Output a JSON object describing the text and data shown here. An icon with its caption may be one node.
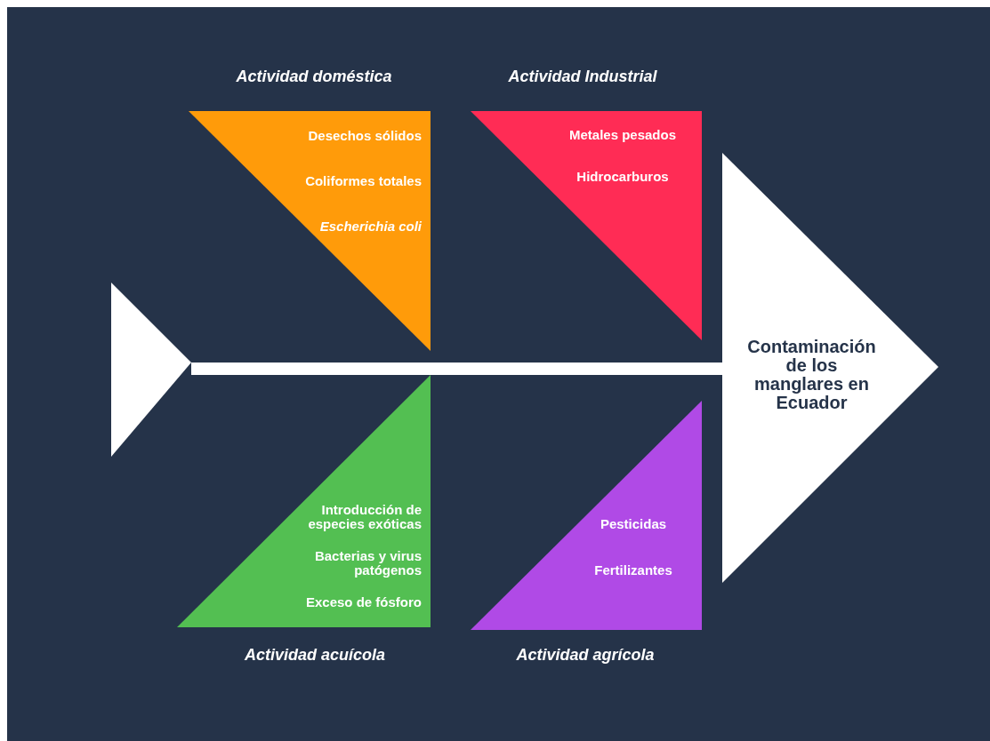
{
  "diagram": {
    "nodes": [
      {
        "text": [
          "Actividad doméstica",
          "Desechos sólidos",
          "Coliformes totales",
          "*Escherichia coli*"
        ]
      },
      {
        "text": [
          "Actividad Industrial",
          "Metales pesados",
          "Hidrocarburos"
        ]
      },
      {
        "text": [
          "Introducción de especies exóticas",
          "Bacterias y virus patógenos",
          "Exceso de fósforo",
          "Actividad acuícola"
        ]
      },
      {
        "text": [
          "Pesticidas",
          "Fertilizantes",
          "Actividad agrícola"
        ]
      },
      {
        "text": [],
        "shape": "triangle"
      },
      {
        "text": [
          "Contaminación de los manglares en Ecuador"
        ]
      }
    ],
    "edges": [
      {
        "from": 4,
        "to": 5,
        "arrow": "none"
      }
    ]
  }
}
